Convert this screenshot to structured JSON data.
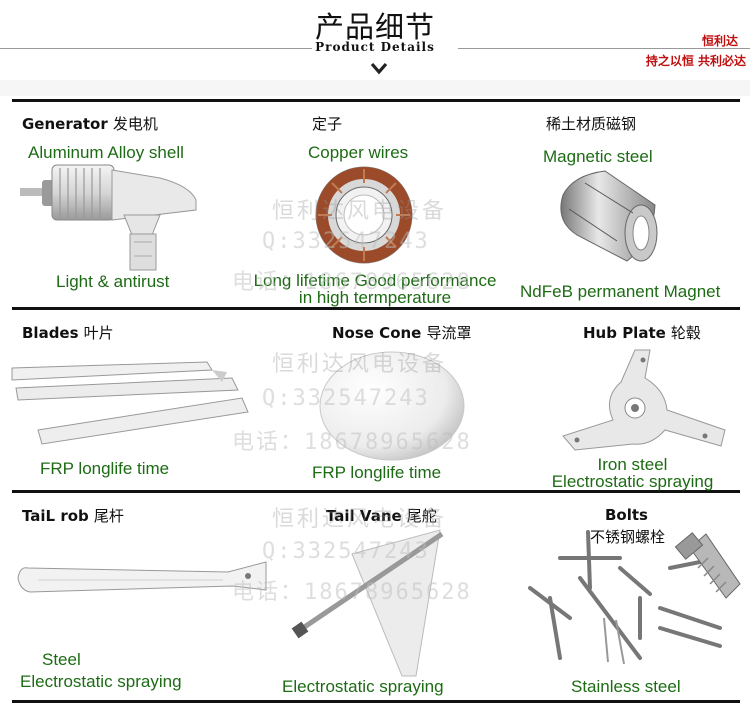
{
  "header": {
    "title": "产品细节",
    "subtitle": "Product Details",
    "brand_name": "恒利达",
    "brand_slogan": "持之以恒 共利必达"
  },
  "watermark": {
    "company": "恒利达风电设备",
    "qq": "Q:332547243",
    "phone": "电话：18678965628"
  },
  "rows": [
    [
      {
        "name": "Generator",
        "cn": "发电机",
        "caption_top": "Aluminum Alloy shell",
        "caption_bottom": "Light & antirust"
      },
      {
        "name": "",
        "cn": "定子",
        "caption_top": "Copper wires",
        "caption_bottom": "Long lifetime  Good performance\nin high termperature"
      },
      {
        "name": "",
        "cn": "稀土材质磁钢",
        "caption_top": "Magnetic steel",
        "caption_bottom": "NdFeB permanent Magnet"
      }
    ],
    [
      {
        "name": "Blades",
        "cn": "叶片",
        "caption_bottom": "FRP  longlife time"
      },
      {
        "name": "Nose Cone",
        "cn": "导流罩",
        "caption_bottom": "FRP  longlife time"
      },
      {
        "name": "Hub Plate",
        "cn": "轮毂",
        "caption_bottom": "Iron steel\nElectrostatic spraying"
      }
    ],
    [
      {
        "name": "TaiL rob",
        "cn": "尾杆",
        "caption_bottom": "Steel\nElectrostatic spraying"
      },
      {
        "name": "Tail Vane",
        "cn": "尾舵",
        "caption_bottom": "Electrostatic spraying"
      },
      {
        "name": "Bolts",
        "cn": "不锈钢螺栓",
        "caption_bottom": "Stainless steel"
      }
    ]
  ],
  "colors": {
    "caption_green": "#1d6b14",
    "brand_red": "#c01010",
    "divider": "#111111"
  }
}
